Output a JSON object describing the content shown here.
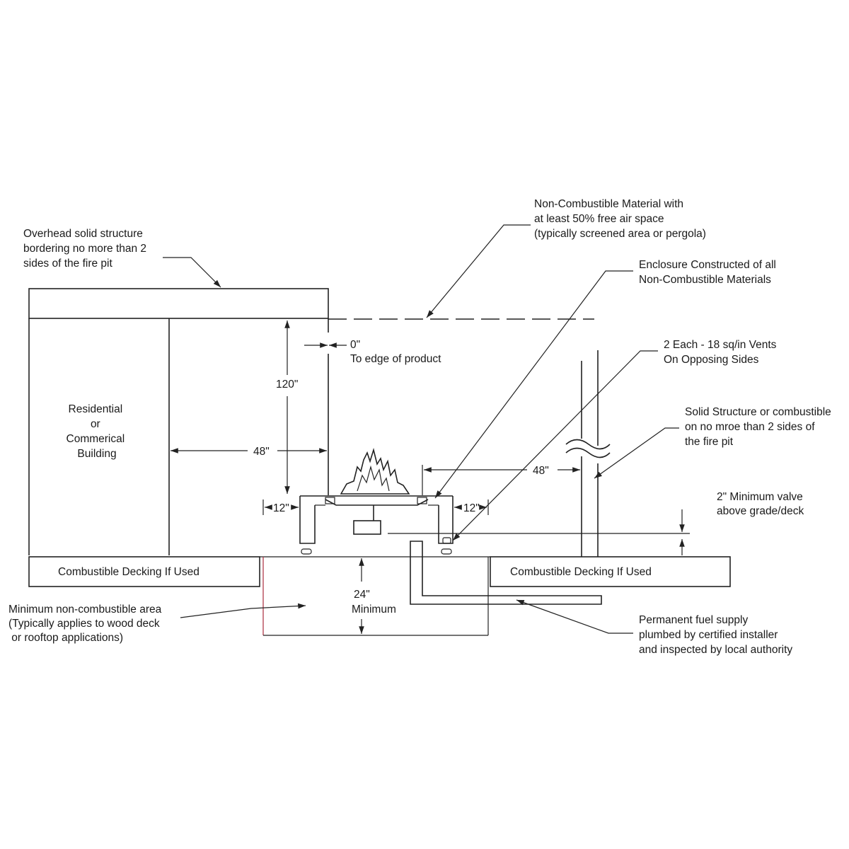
{
  "labels": {
    "overhead": [
      "Overhead solid structure",
      "bordering no more than 2",
      "sides of the fire pit"
    ],
    "noncomb_material": [
      "Non-Combustible Material with",
      "at least 50% free air space",
      "(typically screened area or pergola)"
    ],
    "enclosure": [
      "Enclosure Constructed of all",
      "Non-Combustible Materials"
    ],
    "vents": [
      "2 Each - 18 sq/in Vents",
      "On Opposing Sides"
    ],
    "solid_structure": [
      "Solid Structure or combustible",
      "on no mroe than 2 sides of",
      "the fire pit"
    ],
    "building": [
      "Residential",
      "or",
      "Commerical",
      "Building"
    ],
    "zero_dim": "0\"",
    "to_edge": "To edge of product",
    "dim_120": "120\"",
    "dim_48_left": "48\"",
    "dim_48_right": "48\"",
    "dim_12_left": "12\"",
    "dim_12_right": "12\"",
    "valve": [
      "2\" Minimum valve",
      "above grade/deck"
    ],
    "decking_left": "Combustible Decking If Used",
    "decking_right": "Combustible Decking If Used",
    "dim_24": "24\"",
    "minimum": "Minimum",
    "noncomb_area": [
      "Minimum non-combustible area",
      "(Typically applies to wood deck",
      " or rooftop applications)"
    ],
    "fuel": [
      "Permanent fuel supply",
      "plumbed by certified installer",
      "and inspected by local authority"
    ]
  }
}
